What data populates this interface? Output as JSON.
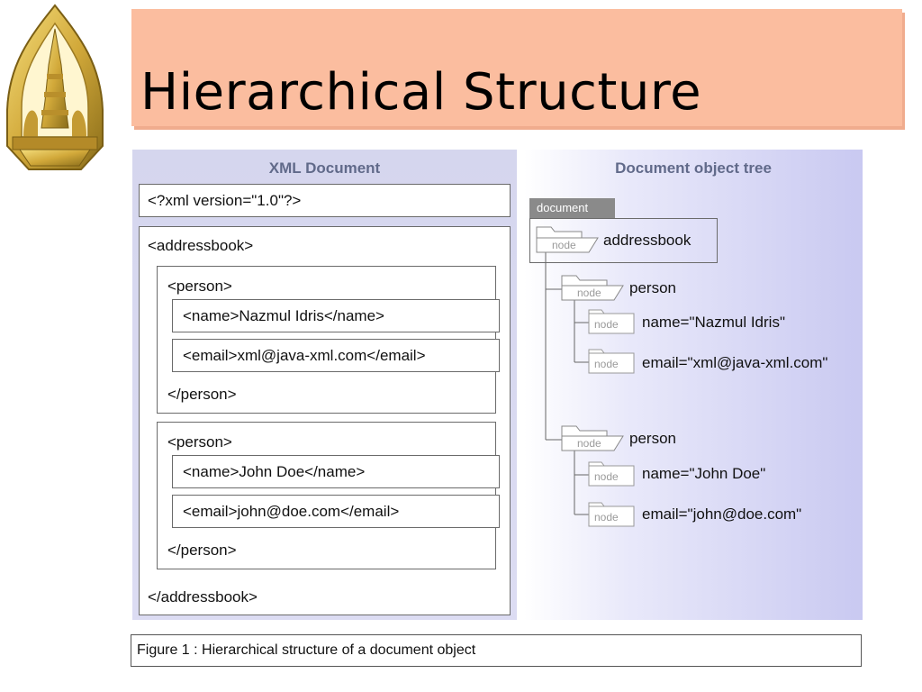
{
  "slide": {
    "title": "Hierarchical Structure"
  },
  "logo": {
    "icon": "university-seal-icon",
    "colors": {
      "gold": "#d9b64a",
      "dark": "#8a6d1a"
    }
  },
  "xml_panel": {
    "heading": "XML Document",
    "declaration": "<?xml version=\"1.0\"?>",
    "root_open": "<addressbook>",
    "root_close": "</addressbook>",
    "persons": [
      {
        "open": "<person>",
        "name": "<name>Nazmul Idris</name>",
        "email": "<email>xml@java-xml.com</email>",
        "close": "</person>"
      },
      {
        "open": "<person>",
        "name": "<name>John Doe</name>",
        "email": "<email>john@doe.com</email>",
        "close": "</person>"
      }
    ]
  },
  "tree_panel": {
    "heading": "Document object tree",
    "document_tab": "document",
    "node_tag": "node",
    "root_label": "addressbook",
    "persons": [
      {
        "label": "person",
        "name": "name=\"Nazmul Idris\"",
        "email": "email=\"xml@java-xml.com\""
      },
      {
        "label": "person",
        "name": "name=\"John Doe\"",
        "email": "email=\"john@doe.com\""
      }
    ]
  },
  "caption": "Figure 1 : Hierarchical structure of a document object",
  "colors": {
    "title_band": "#fbbd9f",
    "panel_bg": "#d5d6ee",
    "heading_text": "#616a8a",
    "tree_gradient_end": "#c9c9f1"
  }
}
